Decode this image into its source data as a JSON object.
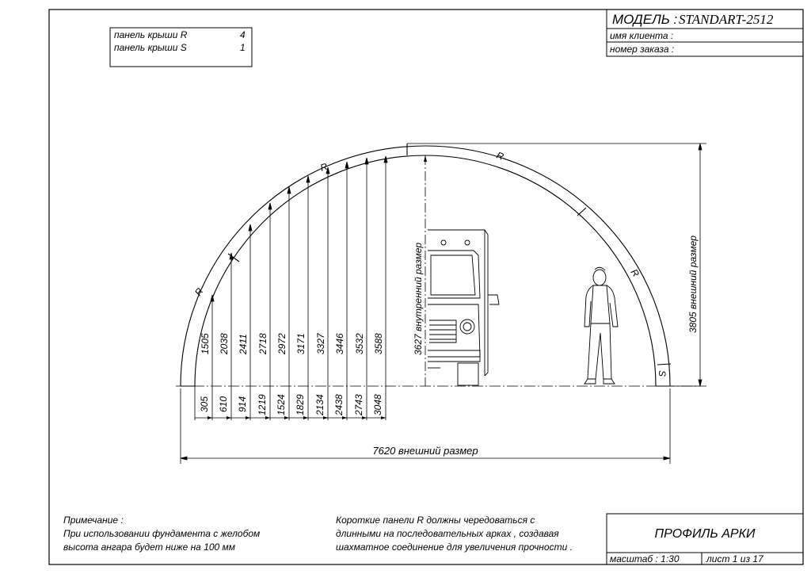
{
  "title_block": {
    "model_label": "МОДЕЛЬ :",
    "model_value": "STANDART-2512",
    "client_label": "имя клиента :",
    "order_label": "номер заказа :"
  },
  "panels_table": {
    "rows": [
      {
        "name": "панель крыши R",
        "qty": "4"
      },
      {
        "name": "панель крыши S",
        "qty": "1"
      }
    ]
  },
  "arch": {
    "panel_labels": [
      "R",
      "R",
      "R",
      "R",
      "S"
    ],
    "base_offsets": [
      "305",
      "610",
      "914",
      "1219",
      "1524",
      "1829",
      "2134",
      "2438",
      "2743",
      "3048"
    ],
    "heights": [
      "1505",
      "2038",
      "2411",
      "2718",
      "2972",
      "3171",
      "3327",
      "3446",
      "3532",
      "3588"
    ],
    "inner_height_label": "3627 внутренний размер",
    "outer_height_label": "3805 внешний размер",
    "width_label": "7620 внешний размер"
  },
  "notes": {
    "left": [
      "Примечание :",
      "При использовании фундамента с желобом",
      "высота ангара будет ниже на  100  мм"
    ],
    "right": [
      "Короткие панели  R  должны чередоваться  с",
      "длинными на последовательных арках , создавая",
      "шахматное соединение для увеличения прочности ."
    ]
  },
  "footer": {
    "drawing_title": "ПРОФИЛЬ АРКИ",
    "scale": "масштаб : 1:30",
    "sheet": "лист  1  из  17"
  }
}
